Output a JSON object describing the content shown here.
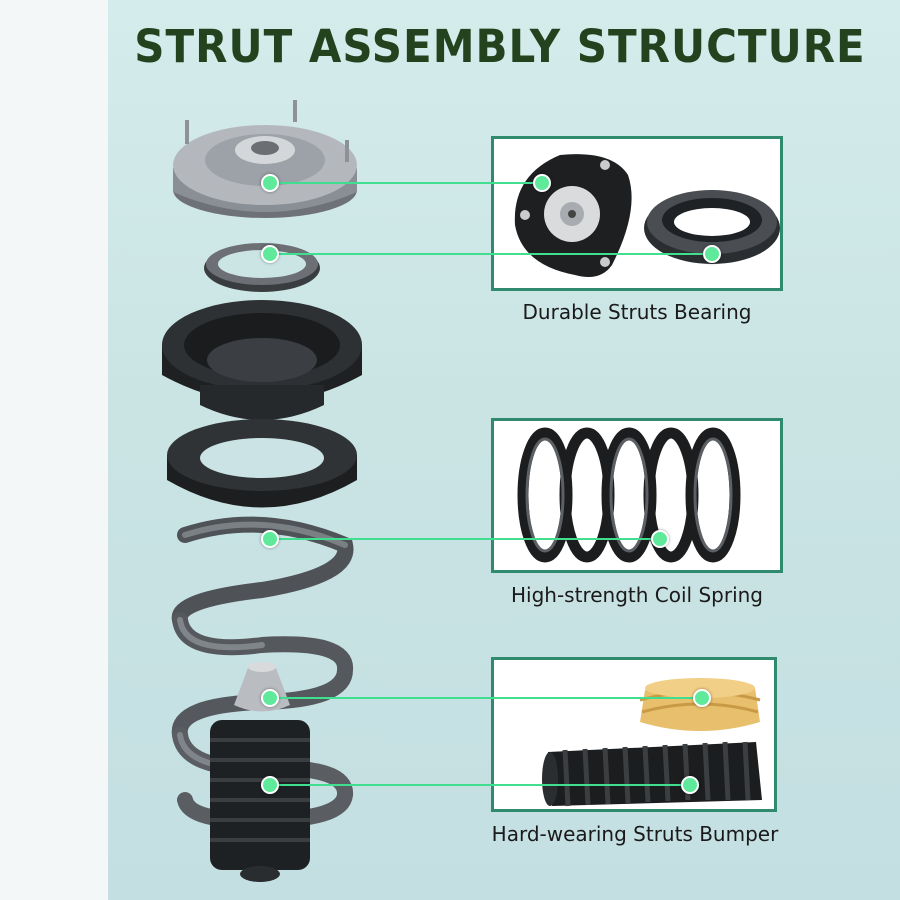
{
  "title": "STRUT ASSEMBLY STRUCTURE",
  "captions": {
    "bearing": "Durable Struts Bearing",
    "spring": "High-strength Coil Spring",
    "bumper": "Hard-wearing Struts Bumper"
  },
  "colors": {
    "accent_leader": "#3fdf8f",
    "panel_border": "#2f8a6e",
    "title": "#23431e",
    "background": "#cfe7e7"
  },
  "icons": [
    "strut-mount-icon",
    "bearing-ring-icon",
    "spring-seat-icon",
    "coil-spring-icon",
    "bump-stop-icon",
    "dust-boot-icon"
  ]
}
